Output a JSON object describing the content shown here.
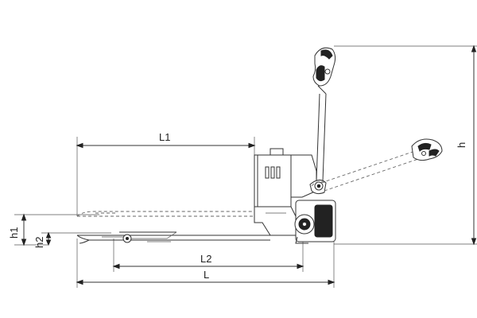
{
  "diagram": {
    "labels": {
      "L1": "L1",
      "L2": "L2",
      "L": "L",
      "h": "h",
      "h1": "h1",
      "h2": "h2"
    },
    "colors": {
      "line": "#333333",
      "background": "#ffffff"
    }
  }
}
